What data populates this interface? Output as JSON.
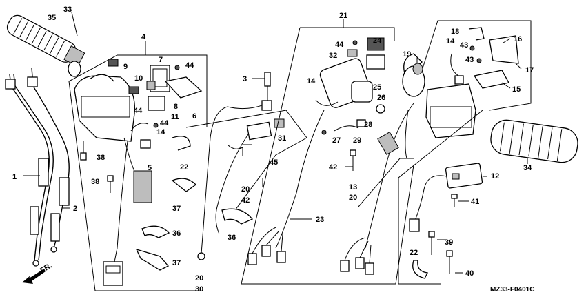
{
  "diagram": {
    "code": "MZ33-F0401C",
    "callouts": {
      "c1": "1",
      "c2": "2",
      "c3": "3",
      "c4": "4",
      "c5": "5",
      "c6": "6",
      "c7": "7",
      "c8": "8",
      "c9": "9",
      "c10": "10",
      "c11": "11",
      "c12": "12",
      "c13": "13",
      "c14a": "14",
      "c14b": "14",
      "c14c": "14",
      "c15": "15",
      "c16": "16",
      "c17": "17",
      "c18": "18",
      "c19": "19",
      "c20a": "20",
      "c20b": "20",
      "c20c": "20",
      "c21": "21",
      "c22a": "22",
      "c22b": "22",
      "c23": "23",
      "c24": "24",
      "c25": "25",
      "c26": "26",
      "c27": "27",
      "c28": "28",
      "c29": "29",
      "c30": "30",
      "c31": "31",
      "c32": "32",
      "c33": "33",
      "c34": "34",
      "c35": "35",
      "c36a": "36",
      "c36b": "36",
      "c37a": "37",
      "c37b": "37",
      "c38a": "38",
      "c38b": "38",
      "c39": "39",
      "c40": "40",
      "c41": "41",
      "c42a": "42",
      "c42b": "42",
      "c43a": "43",
      "c43b": "43",
      "c44a": "44",
      "c44b": "44",
      "c44c": "44",
      "c45": "45"
    },
    "arrow_label": "FR."
  }
}
